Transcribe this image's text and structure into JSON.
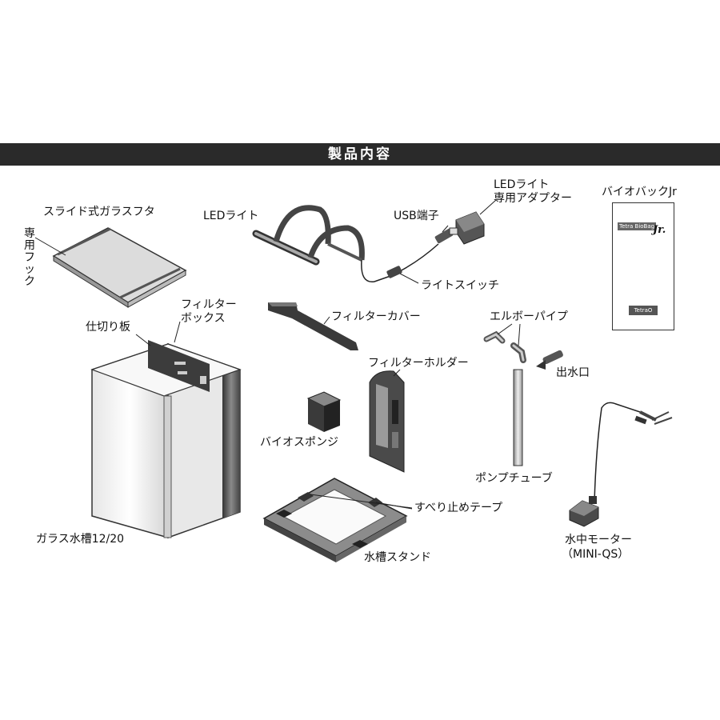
{
  "header": {
    "title": "製品内容"
  },
  "labels": {
    "glass_lid": "スライド式ガラスフタ",
    "hook": "専用フック",
    "led_light": "LEDライト",
    "usb": "USB端子",
    "led_adapter_line1": "LEDライト",
    "led_adapter_line2": "専用アダプター",
    "biobag": "バイオバックJr",
    "light_switch": "ライトスイッチ",
    "filter_box_line1": "フィルター",
    "filter_box_line2": "ボックス",
    "divider": "仕切り板",
    "filter_cover": "フィルターカバー",
    "elbow_pipe": "エルボーパイプ",
    "outlet": "出水口",
    "filter_holder": "フィルターホルダー",
    "bio_sponge": "バイオスポンジ",
    "pump_tube": "ポンプチューブ",
    "anti_slip_tape": "すべり止めテープ",
    "glass_tank": "ガラス水槽12/20",
    "tank_stand": "水槽スタンド",
    "motor_line1": "水中モーター",
    "motor_line2": "（MINI-QS）"
  },
  "package": {
    "brand": "Tetra BioBag",
    "jr": "Jr.",
    "footer": "TetraO"
  },
  "colors": {
    "banner": "#2a2a2a",
    "line": "#222222"
  }
}
